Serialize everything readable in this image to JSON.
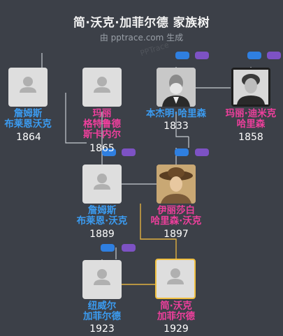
{
  "title": "简·沃克·加菲尔德 家族树",
  "subtitle": "由 pptrace.com 生成",
  "watermark": "PPTrace",
  "colors": {
    "background": "#3c4048",
    "male": "#3b9bf0",
    "female": "#ee3f9c",
    "selected_border": "#f1c040",
    "connector": "#c7ccd2",
    "selected_connector": "#e0b040",
    "couple_pill_blue": "#2f7fe0",
    "couple_pill_purple": "#7d52c4"
  },
  "people": {
    "james_sr": {
      "name_line1": "詹姆斯",
      "name_line2": "布莱恩沃克",
      "year": "1864",
      "gender": "male",
      "photo": "placeholder-avatar"
    },
    "mary_sr": {
      "name_line1": "玛丽",
      "name_line2": "格特鲁德",
      "name_line3": "斯卡内尔",
      "year": "1865",
      "gender": "female",
      "photo": "placeholder-avatar"
    },
    "benjamin": {
      "name_line1": "本杰明·哈里森",
      "year": "1833",
      "gender": "male",
      "photo": "portrait-man-vintage"
    },
    "mary_dimmick": {
      "name_line1": "玛丽·迪米克",
      "name_line2": "哈里森",
      "year": "1858",
      "gender": "female",
      "photo": "portrait-woman-vintage"
    },
    "james_jr": {
      "name_line1": "詹姆斯",
      "name_line2": "布莱恩·沃克",
      "year": "1889",
      "gender": "male",
      "photo": "placeholder-avatar"
    },
    "elizabeth": {
      "name_line1": "伊丽莎白",
      "name_line2": "哈里森·沃克",
      "year": "1897",
      "gender": "female",
      "photo": "portrait-woman-hat"
    },
    "newell": {
      "name_line1": "纽威尔",
      "name_line2": "加菲尔德",
      "year": "1923",
      "gender": "male",
      "photo": "placeholder-avatar"
    },
    "jane": {
      "name_line1": "简·沃克",
      "name_line2": "加菲尔德",
      "year": "1929",
      "gender": "female",
      "photo": "placeholder-avatar",
      "selected": true
    }
  }
}
